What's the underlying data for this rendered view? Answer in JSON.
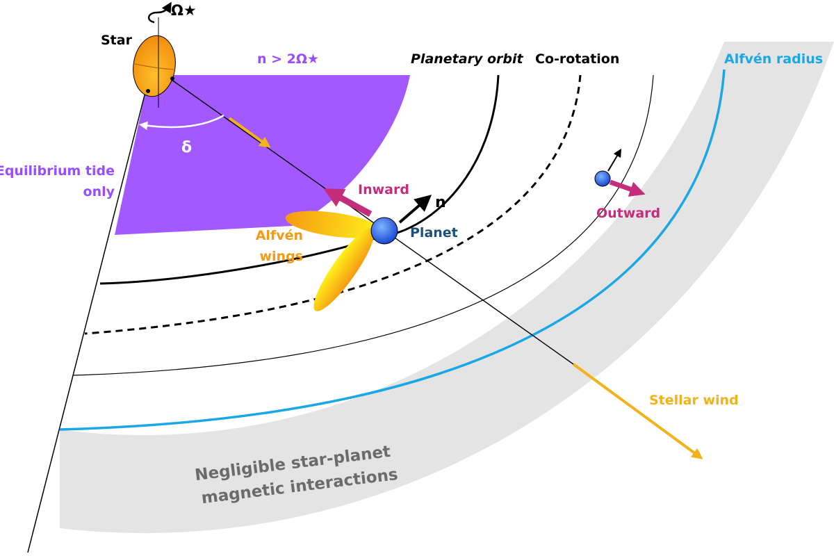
{
  "labels": {
    "star": "Star",
    "omega": "Ω★",
    "n_condition": "n > 2Ω★",
    "planetary_orbit": "Planetary orbit",
    "corotation": "Co-rotation",
    "alfven_radius": "Alfvén radius",
    "delta": "δ",
    "equilibrium_line1": "Equilibrium tide",
    "equilibrium_line2": "only",
    "inward": "Inward",
    "n": "n",
    "planet": "Planet",
    "alfven_wings_line1": "Alfvén",
    "alfven_wings_line2": "wings",
    "outward": "Outward",
    "stellar_wind": "Stellar wind",
    "negligible_line1": "Negligible star-planet",
    "negligible_line2": "magnetic interactions"
  },
  "colors": {
    "purple_region": "#a259ff",
    "purple_text": "#9a4dff",
    "alfven_blue": "#19a7e6",
    "gray_region": "#e4e4e4",
    "gray_text": "#6b6b6b",
    "stellar_wind": "#f2b31a",
    "magenta_arrow": "#c42d7c",
    "planet_blue": "#1f5ce8",
    "planet_label": "#1b4f7a",
    "wing_orange": "#f59a12",
    "wing_yellow": "#fff21a",
    "star_orange": "#f59a12"
  }
}
